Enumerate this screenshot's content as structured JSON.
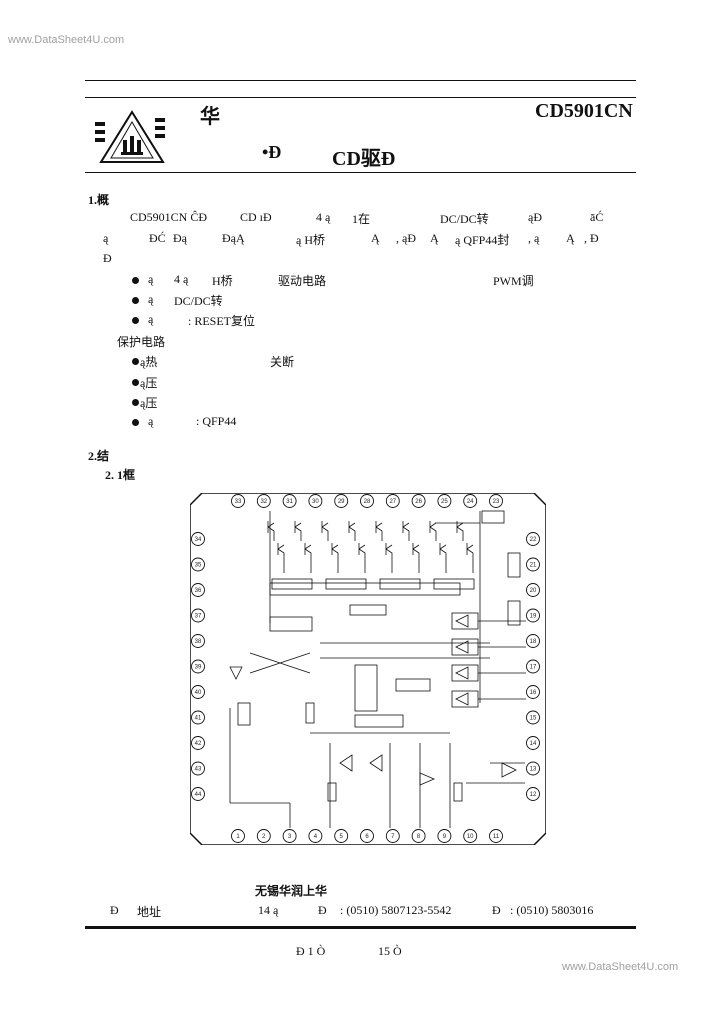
{
  "watermark": {
    "top": "www.DataSheet4U.com",
    "bottom": "www.DataSheet4U.com"
  },
  "header": {
    "company_glyph": "华",
    "part_number": "CD5901CN",
    "subtitle_prefix": "•Đ",
    "subtitle_main": "CD驱Đ"
  },
  "section1": {
    "heading": "1.概",
    "para_line1": [
      "CD5901CN ĈĐ",
      "CD ıĐ",
      "4 ą",
      "1在",
      "DC/DC转",
      "ąĐ",
      "āĆ"
    ],
    "para_line2": [
      "ą",
      "ĐĆ",
      "Đą",
      "ĐąĄ",
      "ą H桥",
      "Ą",
      ", ąĐ",
      "Ą",
      "ą QFP44封",
      ", ą",
      "Ą",
      ", Đ"
    ],
    "para_line3": "Đ",
    "features": [
      {
        "a": "ą",
        "b": "4 ą",
        "c": "H桥",
        "d": "驱动电路",
        "e": "PWM调"
      },
      {
        "a": "ą",
        "b": "DC/DC转"
      },
      {
        "a": "ą",
        "b": ": RESET复位"
      },
      {
        "a": "保护电路"
      },
      {
        "a": "ą热",
        "b": "关断"
      },
      {
        "a": "ą压"
      },
      {
        "a": "ą压"
      },
      {
        "a": "ą",
        "b": ": QFP44"
      }
    ]
  },
  "section2": {
    "heading": "2.结",
    "sub_heading": "2. 1框"
  },
  "diagram": {
    "top_pins": [
      "33",
      "32",
      "31",
      "30",
      "29",
      "28",
      "27",
      "26",
      "25",
      "24",
      "23"
    ],
    "right_pins": [
      "22",
      "21",
      "20",
      "19",
      "18",
      "17",
      "16",
      "15",
      "14",
      "13",
      "12"
    ],
    "bottom_pins": [
      "1",
      "2",
      "3",
      "4",
      "5",
      "6",
      "7",
      "8",
      "9",
      "10",
      "11"
    ],
    "left_pins": [
      "34",
      "35",
      "36",
      "37",
      "38",
      "39",
      "40",
      "41",
      "42",
      "43",
      "44"
    ]
  },
  "footer": {
    "company_line": "无锡华润上华",
    "address_label": "Đ",
    "address_value": "地址",
    "address_number": "14 ą",
    "phone_label": "Đ",
    "phone_value": ": (0510) 5807123-5542",
    "fax_label": "Đ",
    "fax_value": ": (0510) 5803016",
    "page_label": "Đ 1 Ò",
    "page_total": "15 Ò"
  }
}
